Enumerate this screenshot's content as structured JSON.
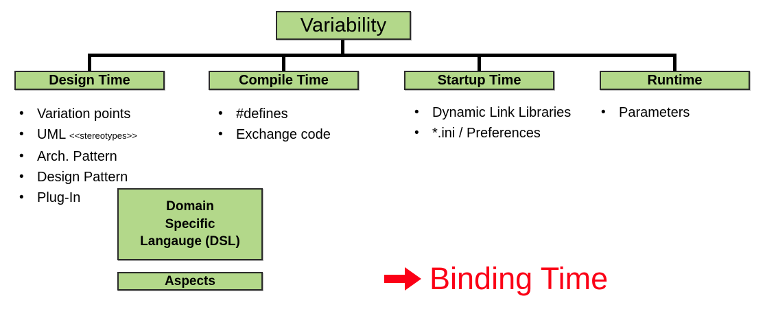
{
  "diagram": {
    "root": {
      "label": "Variability"
    },
    "levels": [
      {
        "id": "design-time",
        "label": "Design Time"
      },
      {
        "id": "compile-time",
        "label": "Compile Time"
      },
      {
        "id": "startup-time",
        "label": "Startup Time"
      },
      {
        "id": "runtime",
        "label": "Runtime"
      }
    ],
    "lists": {
      "design_time": [
        {
          "text": "Variation points"
        },
        {
          "text": "UML ",
          "suffix": "<<stereotypes>>"
        },
        {
          "text": "Arch. Pattern"
        },
        {
          "text": "Design Pattern"
        },
        {
          "text": "Plug-In"
        }
      ],
      "compile_time": [
        {
          "text": "#defines"
        },
        {
          "text": "Exchange code"
        }
      ],
      "startup_time": [
        {
          "text": "Dynamic Link Libraries"
        },
        {
          "text": "*.ini / Preferences"
        }
      ],
      "runtime": [
        {
          "text": "Parameters"
        }
      ]
    },
    "extra_boxes": {
      "dsl": {
        "line1": "Domain",
        "line2": "Specific",
        "line3": "Langauge (DSL)"
      },
      "aspects": {
        "label": "Aspects"
      }
    },
    "callout": {
      "arrow_icon": "right-arrow-icon",
      "label": "Binding Time"
    },
    "bullet_glyph": "•",
    "colors": {
      "box_fill": "#b3d88a",
      "box_border": "#2b2b2b",
      "connector": "#000000",
      "callout_red": "#fb0016",
      "text": "#000000",
      "background": "#ffffff"
    }
  }
}
